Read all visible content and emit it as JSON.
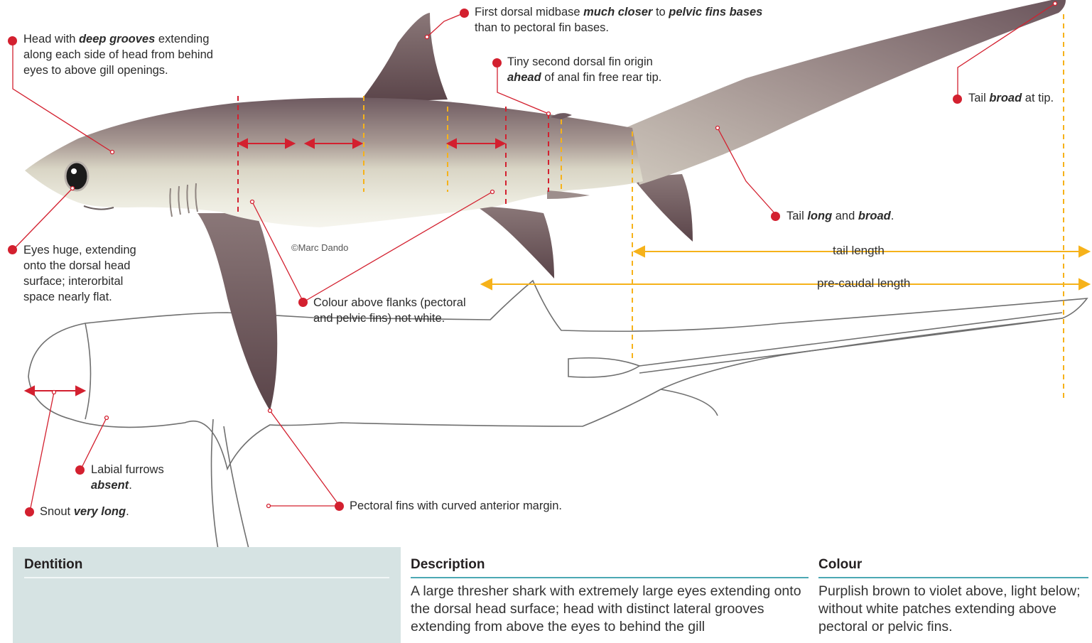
{
  "callouts": {
    "head_grooves": {
      "pre": "Head with ",
      "em": "deep grooves",
      "post": " extending",
      "line2": "along each side of head from behind",
      "line3": "eyes to above gill openings."
    },
    "first_dorsal": {
      "pre": "First dorsal midbase ",
      "em": "much closer",
      "mid": " to ",
      "em2": "pelvic fins bases",
      "line2": "than to pectoral fin bases."
    },
    "second_dorsal": {
      "line1": "Tiny second dorsal fin origin",
      "em": "ahead",
      "post": " of anal fin free rear tip."
    },
    "tail_tip": {
      "pre": "Tail ",
      "em": "broad",
      "post": " at tip."
    },
    "tail_long": {
      "pre": "Tail ",
      "em": "long",
      "mid": " and ",
      "em2": "broad",
      "post": "."
    },
    "eyes": {
      "line1": "Eyes huge, extending",
      "line2": "onto the dorsal head",
      "line3": "surface; interorbital",
      "line4": "space nearly flat."
    },
    "colour_flanks": {
      "line1": "Colour above flanks (pectoral",
      "line2": "and pelvic fins) not white."
    },
    "labial": {
      "line1": "Labial furrows",
      "em": "absent",
      "post": "."
    },
    "snout": {
      "pre": "Snout ",
      "em": "very long",
      "post": "."
    },
    "pectoral": {
      "text": "Pectoral fins with curved anterior margin."
    }
  },
  "credit": "©Marc Dando",
  "dimensions": {
    "tail_length": "tail length",
    "pre_caudal_length": "pre-caudal length"
  },
  "panels": {
    "dentition": {
      "heading": "Dentition"
    },
    "description": {
      "heading": "Description",
      "text": "A large thresher shark with extremely large eyes extending onto the dorsal head surface; head with distinct lateral grooves extending from above the eyes to behind the gill"
    },
    "colour": {
      "heading": "Colour",
      "text": "Purplish brown to violet above, light below; without white patches extending above pectoral or pelvic fins."
    }
  },
  "colors": {
    "accent_red": "#d3202f",
    "dimension_orange": "#f6b21a",
    "panel_rule_teal": "#4ba8b4",
    "panel_bg": "#d6e3e3"
  }
}
